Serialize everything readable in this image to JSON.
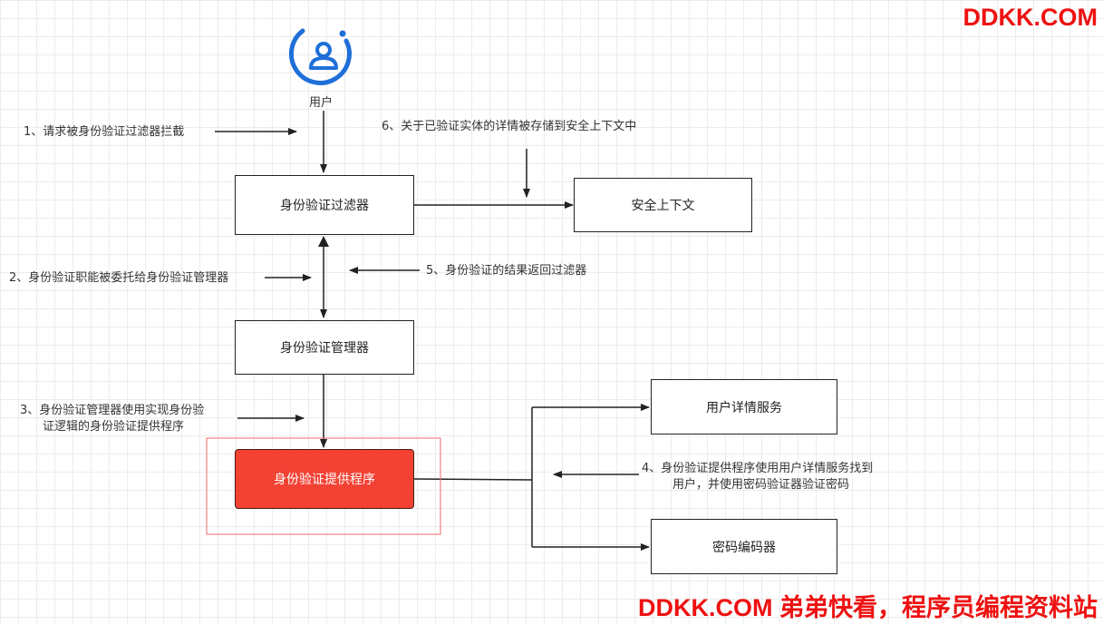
{
  "user": {
    "icon": "user-icon",
    "label": "用户"
  },
  "boxes": {
    "auth_filter": "身份验证过滤器",
    "security_context": "安全上下文",
    "auth_manager": "身份验证管理器",
    "auth_provider": "身份验证提供程序",
    "user_details_service": "用户详情服务",
    "password_encoder": "密码编码器"
  },
  "steps": {
    "step1": "1、请求被身份验证过滤器拦截",
    "step2": "2、身份验证职能被委托给身份验证管理器",
    "step3_line1": "3、身份验证管理器使用实现身份验",
    "step3_line2": "证逻辑的身份验证提供程序",
    "step4_line1": "4、身份验证提供程序使用用户详情服务找到",
    "step4_line2": "用户，并使用密码验证器验证密码",
    "step5": "5、身份验证的结果返回过滤器",
    "step6": "6、关于已验证实体的详情被存储到安全上下文中"
  },
  "watermark": {
    "top": "DDKK.COM",
    "bottom": "DDKK.COM 弟弟快看，程序员编程资料站"
  },
  "colors": {
    "accent_red": "#f34234",
    "brand_red": "#ee1111",
    "icon_blue": "#1f6fd8"
  }
}
